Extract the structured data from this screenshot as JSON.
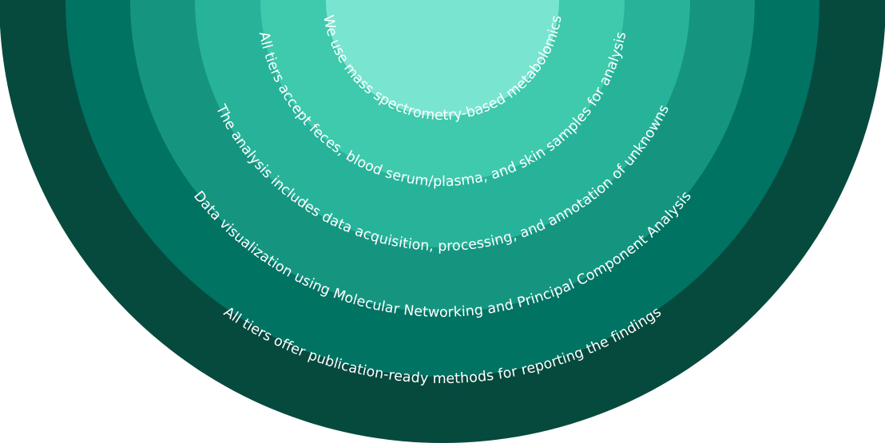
{
  "rings": [
    {
      "color": "#064A3E",
      "text": "All tiers offer publication-ready methods for reporting the findings"
    },
    {
      "color": "#007363",
      "text": "Data visualization using Molecular Networking and Principal Component Analysis"
    },
    {
      "color": "#159580",
      "text": "The analysis includes data acquisition, processing, and annotation of unknowns"
    },
    {
      "color": "#27B39A",
      "text": "All tiers accept feces, blood serum/plasma, and skin samples for analysis"
    },
    {
      "color": "#3FC9AD",
      "text": "We use mass spectrometry-based metabolomics"
    },
    {
      "color": "#79E5D1",
      "text": ""
    }
  ]
}
